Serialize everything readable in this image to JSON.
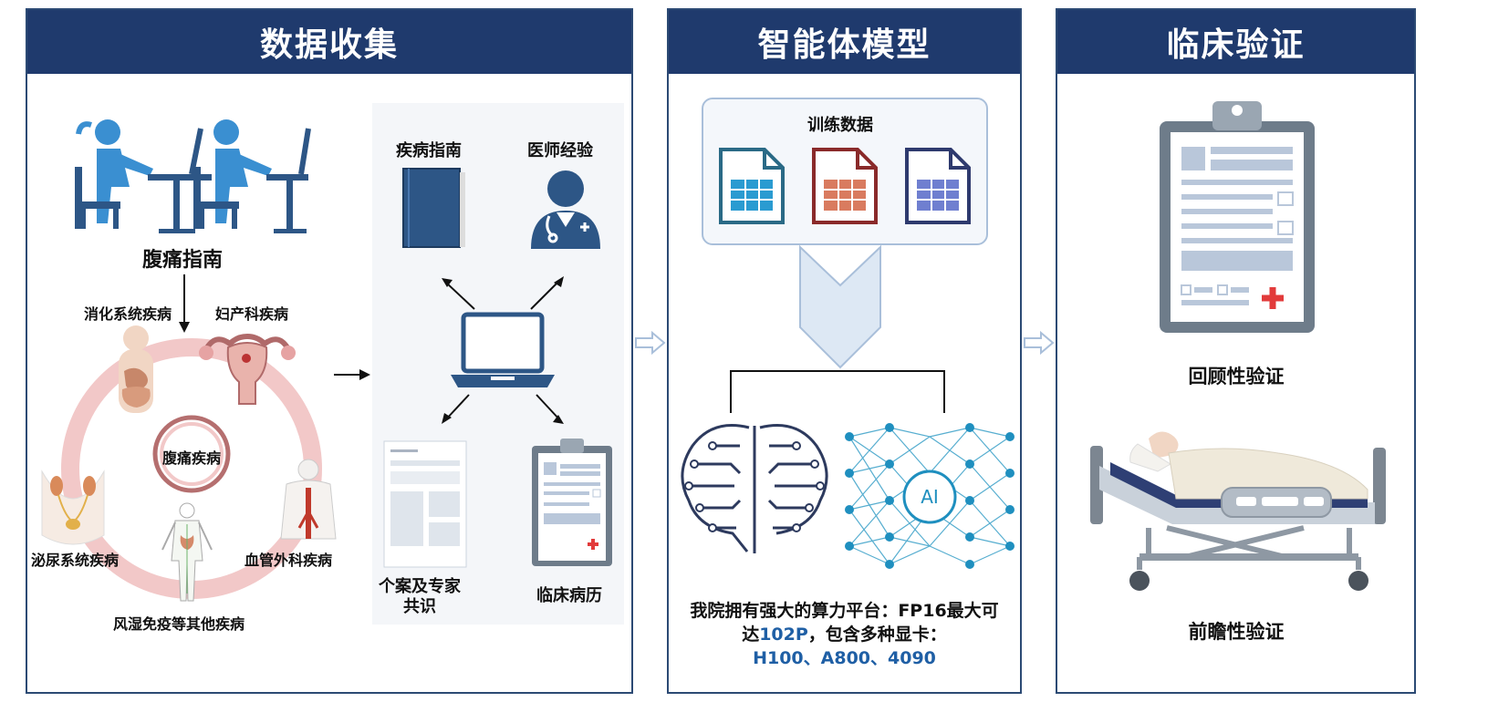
{
  "panels": {
    "data": {
      "title": "数据收集"
    },
    "model": {
      "title": "智能体模型"
    },
    "clinic": {
      "title": "临床验证"
    }
  },
  "data_collection": {
    "main_label": "腹痛指南",
    "center_label": "腹痛疾病",
    "diseases": {
      "digestive": "消化系统疾病",
      "gyne": "妇产科疾病",
      "urinary": "泌尿系统疾病",
      "vascular": "血管外科疾病",
      "rheum": "风湿免疫等其他疾病"
    },
    "sources": {
      "guideline": "疾病指南",
      "experience": "医师经验",
      "consensus_line1": "个案及专家",
      "consensus_line2": "共识",
      "records": "临床病历"
    }
  },
  "model": {
    "training_label": "训练数据",
    "icon_badge": "AI",
    "note": {
      "line1": "我院拥有强大的算力平台：FP16最大可",
      "line2_prefix": "达",
      "line2_highlight": "102P",
      "line2_suffix": "，包含多种显卡：",
      "line3": "H100、A800、4090"
    }
  },
  "clinical": {
    "retro": "回顾性验证",
    "prospective": "前瞻性验证"
  },
  "colors": {
    "header_bg": "#1f3a6d",
    "accent_blue": "#3a8fd1",
    "dark_blue": "#2d5686",
    "highlight": "#1f5fa5",
    "ring": "#f2c8c8"
  }
}
